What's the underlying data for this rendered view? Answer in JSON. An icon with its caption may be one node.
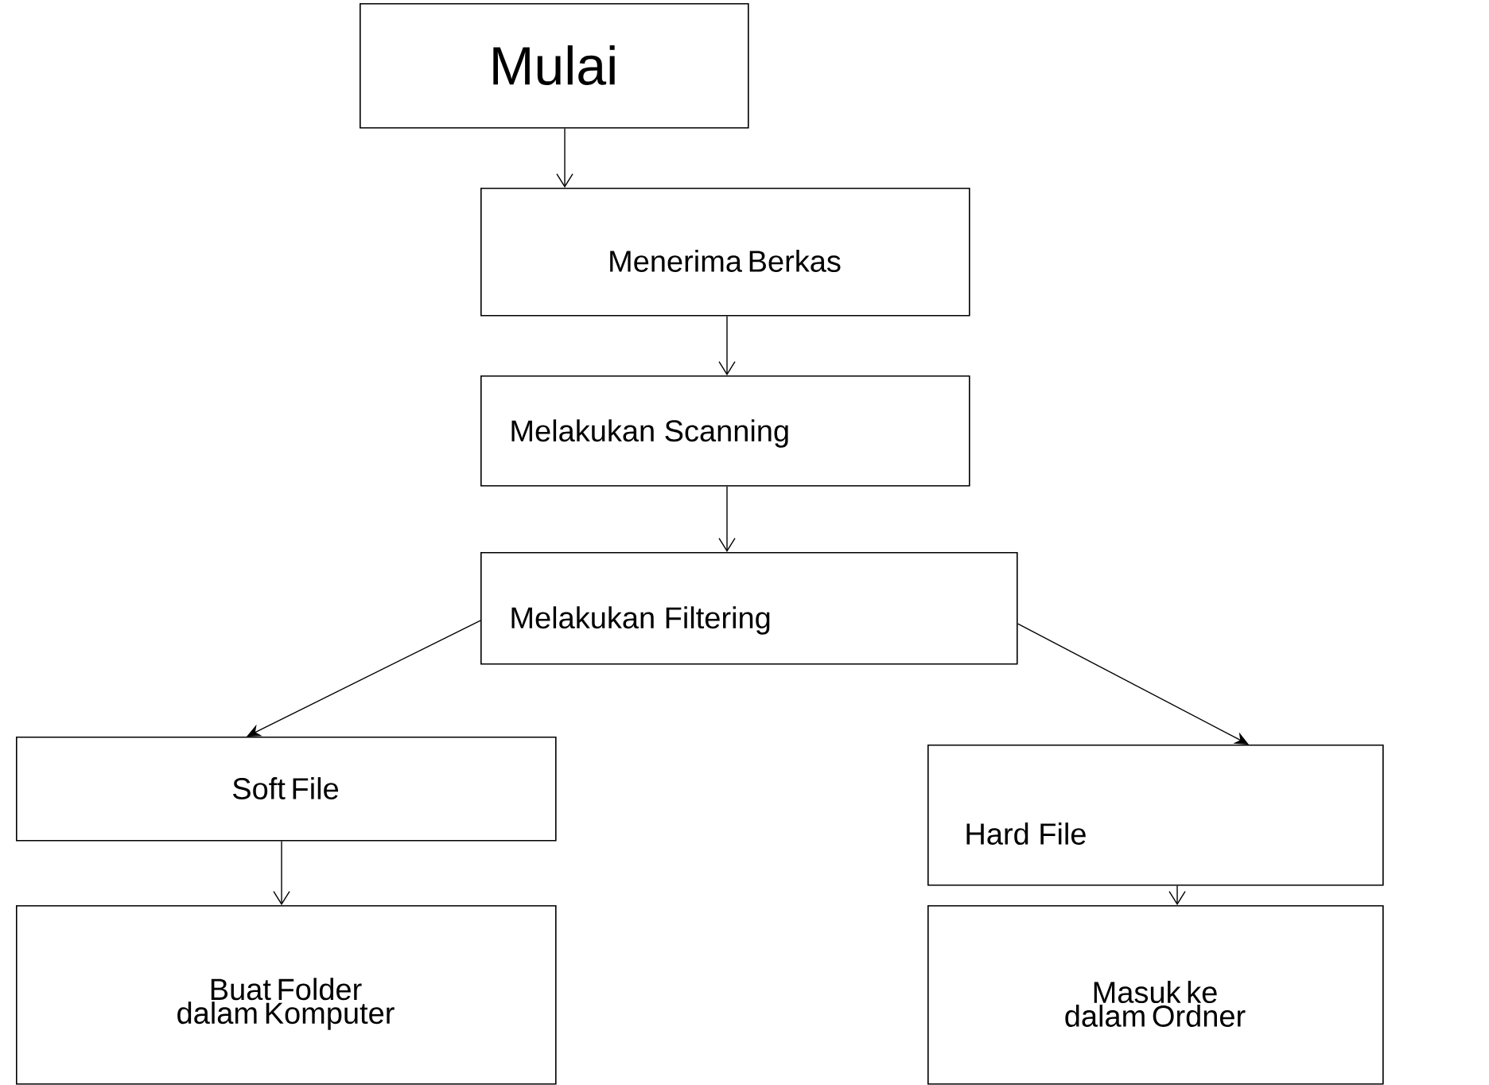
{
  "diagram": {
    "nodes": [
      {
        "text": [
          "Mulai"
        ]
      },
      {
        "text": [
          "Menerima Berkas"
        ]
      },
      {
        "text": [
          "Melakukan Scanning"
        ]
      },
      {
        "text": [
          "Melakukan Filtering"
        ]
      },
      {
        "text": [
          "Soft File"
        ]
      },
      {
        "text": [
          "Hard File"
        ]
      },
      {
        "text": [
          "Buat Folder dalam Komputer"
        ]
      },
      {
        "text": [
          "Masuk ke dalam Ordner"
        ]
      }
    ],
    "edges": [
      {
        "from": 0,
        "to": 1,
        "arrow": "to"
      },
      {
        "from": 1,
        "to": 2,
        "arrow": "to"
      },
      {
        "from": 2,
        "to": 3,
        "arrow": "to"
      },
      {
        "from": 3,
        "to": 4,
        "arrow": "to"
      },
      {
        "from": 3,
        "to": 5,
        "arrow": "to"
      },
      {
        "from": 4,
        "to": 6,
        "arrow": "to"
      },
      {
        "from": 5,
        "to": 7,
        "arrow": "to"
      }
    ]
  }
}
